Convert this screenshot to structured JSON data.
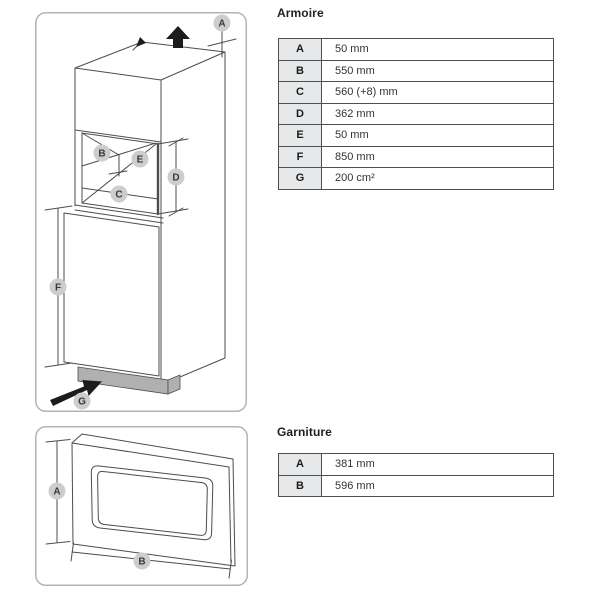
{
  "sections": {
    "armoire": {
      "title": "Armoire",
      "rows": [
        {
          "key": "A",
          "value": "50 mm"
        },
        {
          "key": "B",
          "value": "550 mm"
        },
        {
          "key": "C",
          "value": "560 (+8) mm"
        },
        {
          "key": "D",
          "value": "362 mm"
        },
        {
          "key": "E",
          "value": "50 mm"
        },
        {
          "key": "F",
          "value": "850 mm"
        },
        {
          "key": "G",
          "value": "200 cm²"
        }
      ],
      "diagram_labels": [
        "A",
        "B",
        "C",
        "D",
        "E",
        "F",
        "G"
      ]
    },
    "garniture": {
      "title": "Garniture",
      "rows": [
        {
          "key": "A",
          "value": "381 mm"
        },
        {
          "key": "B",
          "value": "596 mm"
        }
      ],
      "diagram_labels": [
        "A",
        "B"
      ]
    }
  },
  "colors": {
    "line_art": "#4d4d4d",
    "panel_border": "#b3b3b3",
    "label_circle_fill": "#cdcdcd",
    "table_border": "#4d4f52",
    "table_header_bg": "#e7e8e9",
    "plinth_gray": "#b0b0b0",
    "arrow_black": "#1c1c1c",
    "text_dark": "#1b1b1b",
    "text_value": "#333333"
  }
}
